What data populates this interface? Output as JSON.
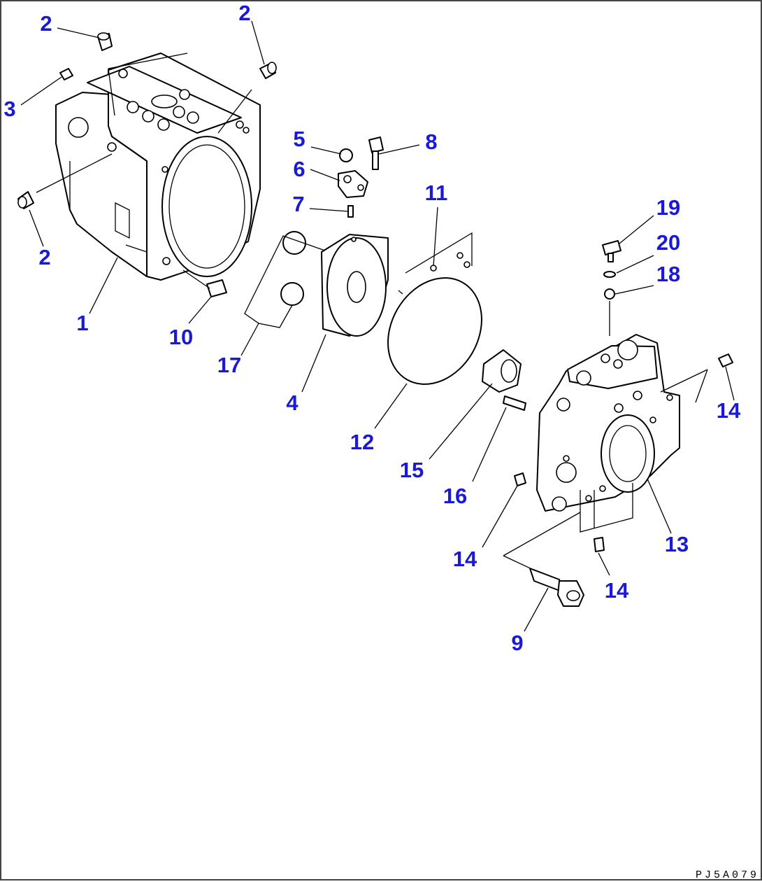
{
  "drawing_code": "PJ5A079",
  "callouts": [
    {
      "key": "c2a",
      "text": "2"
    },
    {
      "key": "c2b",
      "text": "2"
    },
    {
      "key": "c3",
      "text": "3"
    },
    {
      "key": "c2c",
      "text": "2"
    },
    {
      "key": "c1",
      "text": "1"
    },
    {
      "key": "c10",
      "text": "10"
    },
    {
      "key": "c5",
      "text": "5"
    },
    {
      "key": "c8",
      "text": "8"
    },
    {
      "key": "c6",
      "text": "6"
    },
    {
      "key": "c7",
      "text": "7"
    },
    {
      "key": "c11",
      "text": "11"
    },
    {
      "key": "c17",
      "text": "17"
    },
    {
      "key": "c4",
      "text": "4"
    },
    {
      "key": "c12",
      "text": "12"
    },
    {
      "key": "c19",
      "text": "19"
    },
    {
      "key": "c20",
      "text": "20"
    },
    {
      "key": "c18",
      "text": "18"
    },
    {
      "key": "c14a",
      "text": "14"
    },
    {
      "key": "c15",
      "text": "15"
    },
    {
      "key": "c16",
      "text": "16"
    },
    {
      "key": "c13",
      "text": "13"
    },
    {
      "key": "c14b",
      "text": "14"
    },
    {
      "key": "c14c",
      "text": "14"
    },
    {
      "key": "c9",
      "text": "9"
    }
  ],
  "colors": {
    "callout": "#1a1ad6",
    "line": "#000000",
    "background": "#ffffff",
    "frame": "#444444"
  }
}
